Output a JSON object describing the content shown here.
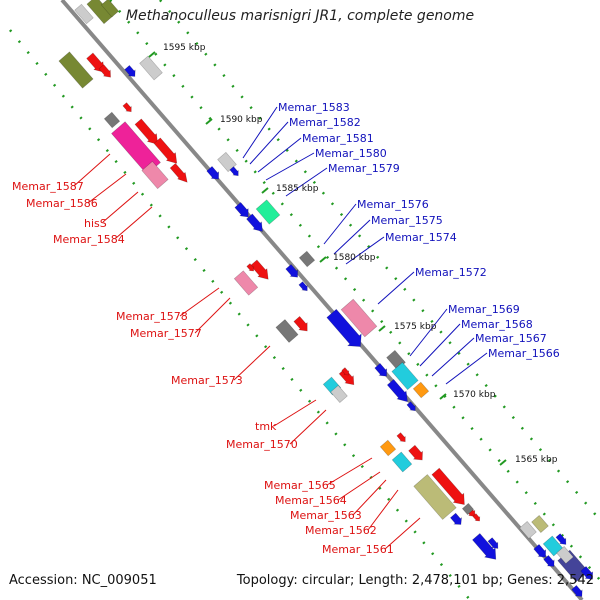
{
  "title": "Methanoculleus marisnigri JR1, complete genome",
  "footer": {
    "accession": "Accession: NC_009051",
    "summary": "Topology: circular; Length: 2,478,101 bp; Genes: 2,542"
  },
  "scale_ticks": [
    {
      "label": "1595 kbp"
    },
    {
      "label": "1590 kbp"
    },
    {
      "label": "1585 kbp"
    },
    {
      "label": "1580 kbp"
    },
    {
      "label": "1575 kbp"
    },
    {
      "label": "1570 kbp"
    },
    {
      "label": "1565 kbp"
    }
  ],
  "genes_left": [
    {
      "label": "Memar_1587"
    },
    {
      "label": "Memar_1586"
    },
    {
      "label": "hisS"
    },
    {
      "label": "Memar_1584"
    },
    {
      "label": "Memar_1578"
    },
    {
      "label": "Memar_1577"
    },
    {
      "label": "Memar_1573"
    },
    {
      "label": "tmk"
    },
    {
      "label": "Memar_1570"
    },
    {
      "label": "Memar_1565"
    },
    {
      "label": "Memar_1564"
    },
    {
      "label": "Memar_1563"
    },
    {
      "label": "Memar_1562"
    },
    {
      "label": "Memar_1561"
    }
  ],
  "genes_right": [
    {
      "label": "Memar_1583"
    },
    {
      "label": "Memar_1582"
    },
    {
      "label": "Memar_1581"
    },
    {
      "label": "Memar_1580"
    },
    {
      "label": "Memar_1579"
    },
    {
      "label": "Memar_1576"
    },
    {
      "label": "Memar_1575"
    },
    {
      "label": "Memar_1574"
    },
    {
      "label": "Memar_1572"
    },
    {
      "label": "Memar_1569"
    },
    {
      "label": "Memar_1568"
    },
    {
      "label": "Memar_1567"
    },
    {
      "label": "Memar_1566"
    }
  ],
  "colors": {
    "red": "#ee1111",
    "pink": "#ee88aa",
    "magenta": "#ee2299",
    "blue": "#1111dd",
    "grey": "#777777",
    "lightgrey": "#cccccc",
    "olive": "#778833",
    "khaki": "#bbbb77",
    "cyan": "#22ccdd",
    "teal": "#22ee99",
    "orange": "#ff9911",
    "navy": "#444499",
    "leftText": "#dd1111",
    "rightText": "#1111bb"
  }
}
